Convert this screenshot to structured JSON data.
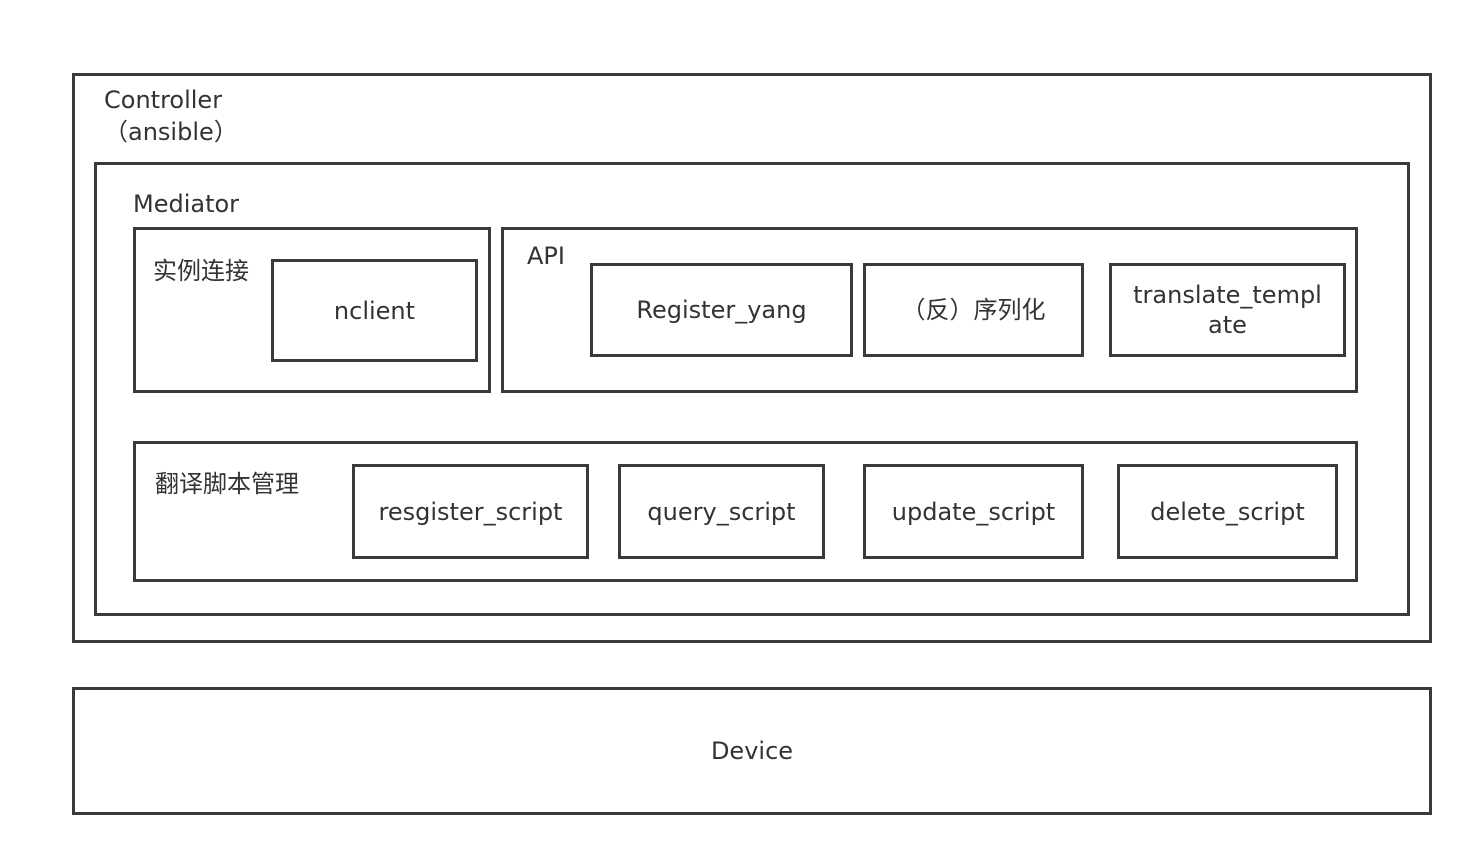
{
  "controller": {
    "title": "Controller",
    "subtitle": "（ansible）"
  },
  "mediator": {
    "title": "Mediator",
    "instance_connection": {
      "title": "实例连接",
      "nclient": "nclient"
    },
    "api": {
      "title": "API",
      "items": [
        {
          "label": "Register_yang"
        },
        {
          "label": "（反）序列化"
        },
        {
          "label_line1": "translate_templ",
          "label_line2": "ate"
        }
      ]
    },
    "script_management": {
      "title": "翻译脚本管理",
      "items": [
        {
          "label": "resgister_script"
        },
        {
          "label": "query_script"
        },
        {
          "label": "update_script"
        },
        {
          "label": "delete_script"
        }
      ]
    }
  },
  "device": {
    "label": "Device"
  }
}
